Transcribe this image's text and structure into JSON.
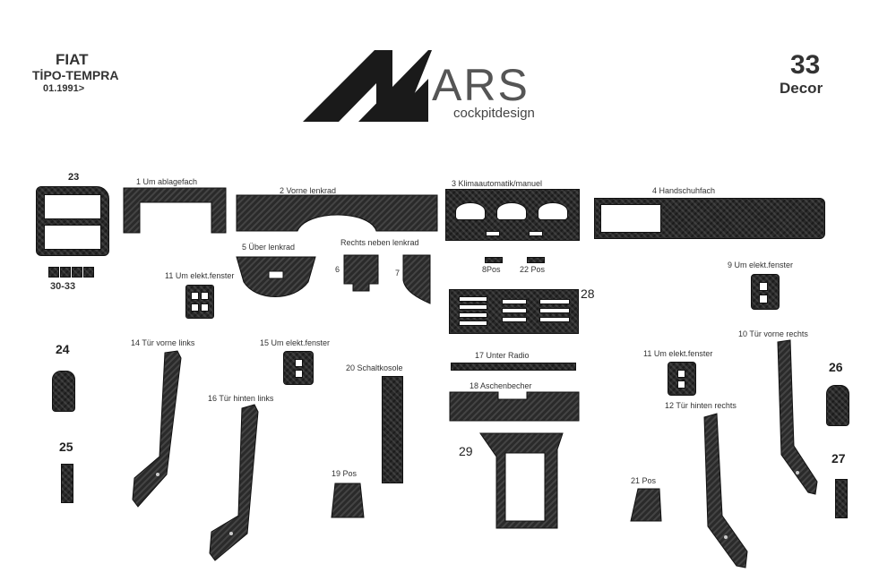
{
  "header": {
    "brand": "FIAT",
    "model": "TİPO-TEMPRA",
    "date": "01.1991>",
    "logo_text": "ARS",
    "logo_sub": "cockpitdesign",
    "count": "33",
    "count_label": "Decor"
  },
  "parts": {
    "p1": "1 Um ablagefach",
    "p2": "2 Vorne lenkrad",
    "p3": "3 Klimaautomatik/manuel",
    "p4": "4 Handschuhfach",
    "p5": "5 Über lenkrad",
    "p_right_wheel": "Rechts neben lenkrad",
    "p6": "6",
    "p7": "7",
    "p8pos": "8Pos",
    "p22pos": "22 Pos",
    "p9": "9 Um elekt.fenster",
    "p10": "10 Tür vorne rechts",
    "p11a": "11 Um elekt.fenster",
    "p11b": "11 Um elekt.fenster",
    "p12": "12 Tür hinten rechts",
    "p14": "14 Tür vorne links",
    "p15": "15 Um elekt.fenster",
    "p16": "16 Tür hinten links",
    "p17": "17 Unter Radio",
    "p18": "18 Aschenbecher",
    "p19": "19 Pos",
    "p20": "20 Schaltkosole",
    "p21": "21 Pos",
    "n23": "23",
    "n24": "24",
    "n25": "25",
    "n26": "26",
    "n27": "27",
    "n28": "28",
    "n29": "29",
    "n3033": "30-33"
  },
  "colors": {
    "carbon": "#2a2a2a",
    "logo_dark": "#1a1a1a"
  }
}
